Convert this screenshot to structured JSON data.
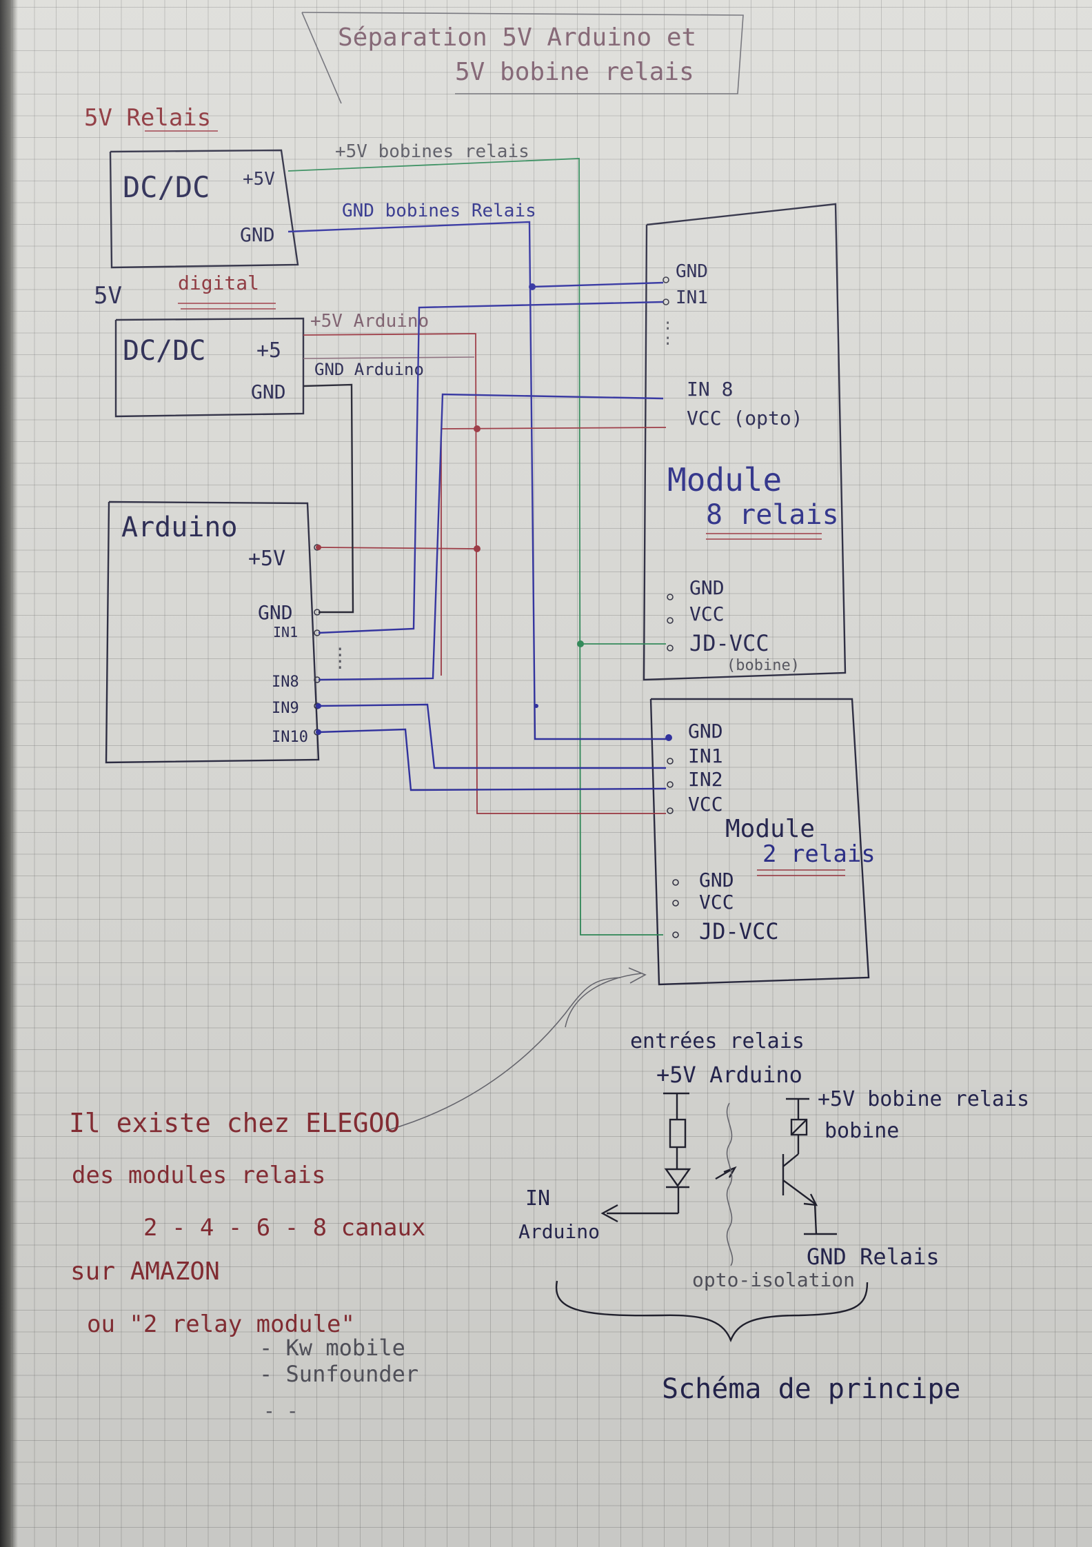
{
  "title": [
    "Séparation 5V Arduino et",
    "5V bobine relais"
  ],
  "psu_relay": {
    "heading": "5V Relais",
    "label": "DC/DC",
    "pin_plus": "+5V",
    "pin_gnd": "GND"
  },
  "psu_digital": {
    "heading_5v": "5V",
    "heading_word": "digital",
    "label": "DC/DC",
    "pin_plus": "+5",
    "pin_gnd": "GND"
  },
  "wires": {
    "plus_coils": "+5V bobines relais",
    "gnd_coils": "GND bobines Relais",
    "plus_arduino": "+5V Arduino",
    "gnd_arduino": "GND Arduino"
  },
  "arduino": {
    "label": "Arduino",
    "pins": [
      "+5V",
      "GND",
      "IN1",
      "IN8",
      "IN9",
      "IN10"
    ],
    "dots": ":"
  },
  "module8": {
    "title": [
      "Module",
      "8 relais"
    ],
    "pins_top": [
      "GND",
      "IN1",
      "IN 8",
      "VCC (opto)"
    ],
    "pins_bottom": [
      "GND",
      "VCC",
      "JD-VCC"
    ],
    "note": "(bobine)",
    "dots": ":"
  },
  "module2": {
    "title": [
      "Module",
      "2 relais"
    ],
    "pins_top": [
      "GND",
      "IN1",
      "IN2",
      "VCC"
    ],
    "pins_bottom": [
      "GND",
      "VCC",
      "JD-VCC"
    ]
  },
  "notes": {
    "line1": "Il existe chez ELEGOO",
    "line2": "des modules relais",
    "line3": "2 - 4 - 6 - 8 canaux",
    "line4": "sur AMAZON",
    "line5": "ou \"2 relay module\"",
    "brand1": "- Kw mobile",
    "brand2": "- Sunfounder",
    "brand3": "- -"
  },
  "schematic": {
    "inputs_label": "entrées relais",
    "plus_arduino": "+5V Arduino",
    "plus_coil": "+5V bobine relais",
    "coil": "bobine",
    "in_label": [
      "IN",
      "Arduino"
    ],
    "gnd_label": "GND Relais",
    "opto_label": "opto-isolation",
    "caption": "Schéma de principe"
  },
  "colors": {
    "blue_ink": "#2e2fa0",
    "red_ink": "#9c3540",
    "green_ink": "#2f8a58",
    "black_ink": "#222230",
    "paper": "#dcdcd8"
  }
}
